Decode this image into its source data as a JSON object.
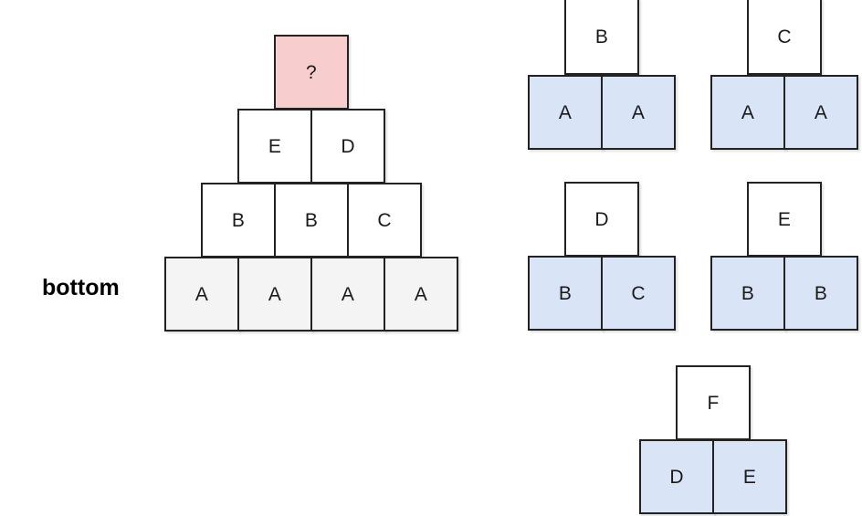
{
  "labels": {
    "bottom": "bottom"
  },
  "colors": {
    "pink": "#f8cdcd",
    "blue": "#d9e5f7",
    "gray": "#f4f4f4",
    "white": "#ffffff",
    "border": "#222222"
  },
  "pyramid": {
    "rows": [
      {
        "level": "bottom",
        "fill": "gray",
        "cells": [
          "A",
          "A",
          "A",
          "A"
        ]
      },
      {
        "level": "row3",
        "fill": "white",
        "cells": [
          "B",
          "B",
          "C"
        ]
      },
      {
        "level": "row2",
        "fill": "white",
        "cells": [
          "E",
          "D"
        ]
      },
      {
        "level": "top",
        "fill": "pink",
        "cells": [
          "?"
        ]
      }
    ]
  },
  "options": [
    {
      "id": "option-1",
      "top": "B",
      "base": [
        "A",
        "A"
      ]
    },
    {
      "id": "option-2",
      "top": "C",
      "base": [
        "A",
        "A"
      ]
    },
    {
      "id": "option-3",
      "top": "D",
      "base": [
        "B",
        "C"
      ]
    },
    {
      "id": "option-4",
      "top": "E",
      "base": [
        "B",
        "B"
      ]
    },
    {
      "id": "option-5",
      "top": "F",
      "base": [
        "D",
        "E"
      ]
    }
  ]
}
